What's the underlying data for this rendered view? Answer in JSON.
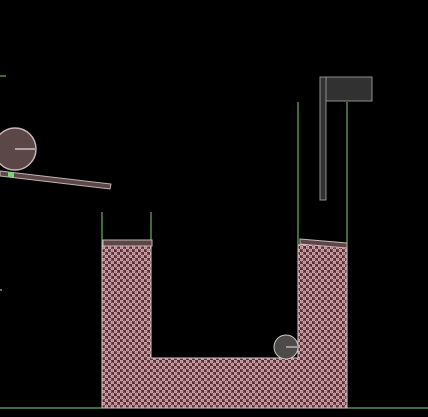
{
  "scene": {
    "background": "#000000",
    "guide_color": "#7bd37b",
    "body_fill": "#5b4747",
    "body_stroke": "#c8b4b4",
    "particle_fill": "#b87f89",
    "particle_stroke": "#f2ded9",
    "flag_fill": "#313131",
    "flag_stroke": "#8e8e8e"
  },
  "objects": {
    "ball_left": "circle-body",
    "ramp": "plank-body",
    "container": "u-tube-with-fluid",
    "ball_submerged": "circle-body",
    "flag": "flag-body"
  }
}
